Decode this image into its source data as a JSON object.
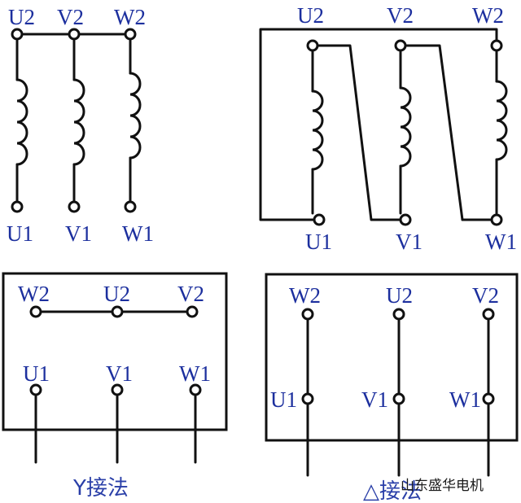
{
  "colors": {
    "label": "#1c2f9e",
    "line": "#111111"
  },
  "star_windings": {
    "top_labels": [
      "U2",
      "V2",
      "W2"
    ],
    "bottom_labels": [
      "U1",
      "V1",
      "W1"
    ]
  },
  "delta_windings": {
    "top_labels": [
      "U2",
      "V2",
      "W2"
    ],
    "bottom_labels": [
      "U1",
      "V1",
      "W1"
    ]
  },
  "star_box": {
    "top_labels": [
      "W2",
      "U2",
      "V2"
    ],
    "bottom_labels": [
      "U1",
      "V1",
      "W1"
    ],
    "caption": "Y接法"
  },
  "delta_box": {
    "top_labels": [
      "W2",
      "U2",
      "V2"
    ],
    "mid_labels": [
      "U1",
      "V1",
      "W1"
    ],
    "caption": "△接法"
  },
  "watermark": "山东盛华电机"
}
